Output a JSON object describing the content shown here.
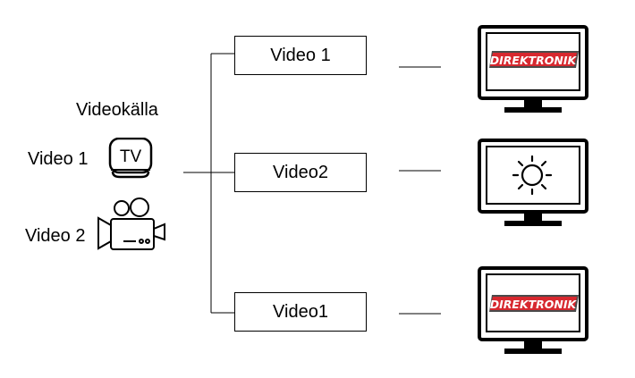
{
  "source": {
    "title": "Videokälla",
    "items": [
      {
        "label": "Video 1",
        "icon": "tv-icon",
        "icon_text": "TV"
      },
      {
        "label": "Video 2",
        "icon": "video-camera-icon"
      }
    ]
  },
  "outputs": [
    {
      "label": "Video 1",
      "display": "direktronik-logo",
      "brand": "DIREKTRONIK"
    },
    {
      "label": "Video2",
      "display": "sun-icon"
    },
    {
      "label": "Video1",
      "display": "direktronik-logo",
      "brand": "DIREKTRONIK"
    }
  ],
  "colors": {
    "stroke": "#000000",
    "brand_red": "#d7282f",
    "brand_gray": "#4a4a4a"
  }
}
